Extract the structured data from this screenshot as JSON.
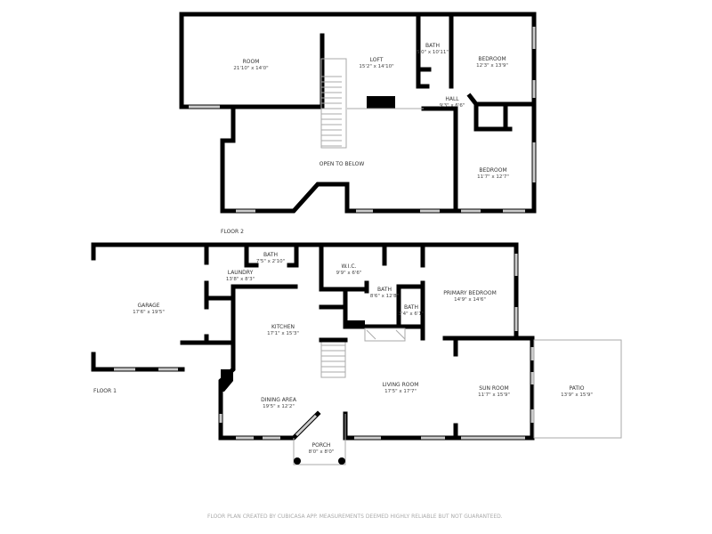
{
  "floors": [
    {
      "label": "FLOOR 2",
      "rooms": [
        {
          "name": "ROOM",
          "dims": "21'10\" x 14'0\""
        },
        {
          "name": "LOFT",
          "dims": "15'2\" x 14'10\""
        },
        {
          "name": "BATH",
          "dims": "5'0\" x 10'11\""
        },
        {
          "name": "BEDROOM",
          "dims": "12'3\" x 13'9\""
        },
        {
          "name": "HALL",
          "dims": "9'3\" x 6'6\""
        },
        {
          "name": "OPEN TO BELOW",
          "dims": ""
        },
        {
          "name": "BEDROOM",
          "dims": "11'7\" x 12'7\""
        }
      ]
    },
    {
      "label": "FLOOR 1",
      "rooms": [
        {
          "name": "GARAGE",
          "dims": "17'6\" x 19'5\""
        },
        {
          "name": "LAUNDRY",
          "dims": "13'8\" x 8'3\""
        },
        {
          "name": "BATH",
          "dims": "7'5\" x 2'10\""
        },
        {
          "name": "W.I.C.",
          "dims": "9'9\" x 6'6\""
        },
        {
          "name": "BATH",
          "dims": "8'6\" x 12'8\""
        },
        {
          "name": "BATH",
          "dims": "3'4\" x 6'1\""
        },
        {
          "name": "PRIMARY BEDROOM",
          "dims": "14'9\" x 14'6\""
        },
        {
          "name": "KITCHEN",
          "dims": "17'1\" x 15'3\""
        },
        {
          "name": "DINING AREA",
          "dims": "19'5\" x 12'2\""
        },
        {
          "name": "LIVING ROOM",
          "dims": "17'5\" x 17'7\""
        },
        {
          "name": "SUN ROOM",
          "dims": "11'7\" x 15'9\""
        },
        {
          "name": "PATIO",
          "dims": "13'9\" x 15'9\""
        },
        {
          "name": "PORCH",
          "dims": "8'0\" x 8'0\""
        }
      ]
    }
  ],
  "footer": "FLOOR PLAN CREATED BY CUBICASA APP. MEASUREMENTS DEEMED HIGHLY RELIABLE BUT NOT GUARANTEED.",
  "colors": {
    "wall": "#000000",
    "window": "#cccccc",
    "text": "#333333"
  }
}
